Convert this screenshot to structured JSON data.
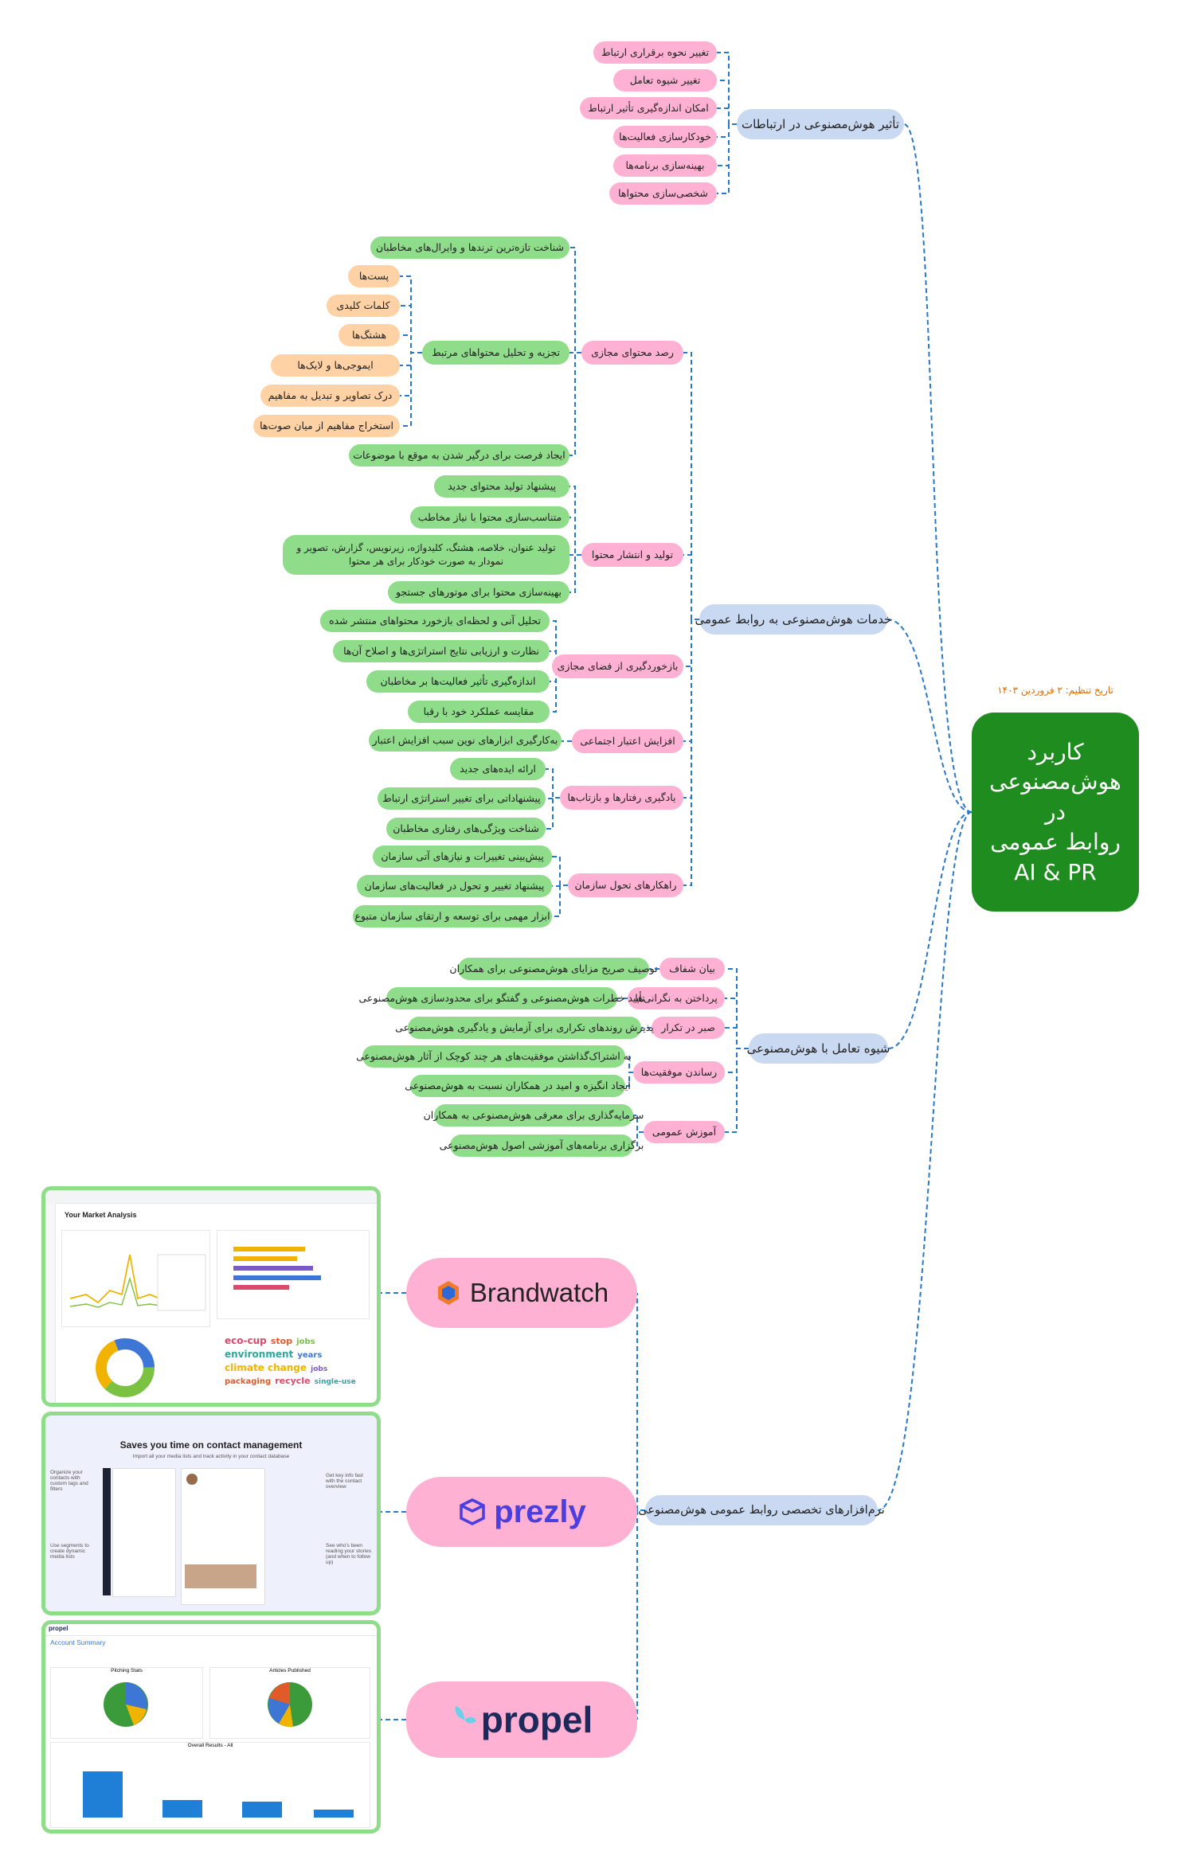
{
  "root": {
    "title": "کاربرد هوش‌مصنوعی\nدر\nروابط عمومی\nAI & PR",
    "date": "تاریخ تنظیم: ۲ فروردین ۱۴۰۳"
  },
  "colors": {
    "root": "#1e8c1e",
    "green": "#8fdc8a",
    "peach": "#ffd2a6",
    "pink": "#ffb1d4",
    "blue": "#c9d9f2",
    "link": "#2a78c8"
  },
  "branches": {
    "impact": {
      "title": "تأثیر هوش‌مصنوعی در ارتباطات",
      "items": [
        "تغییر نحوه برقراری ارتباط",
        "تغییر شیوه تعامل",
        "امکان اندازه‌گیری تأثیر ارتباط",
        "خودکارسازی فعالیت‌ها",
        "بهینه‌سازی برنامه‌ها",
        "شخصی‌سازی محتواها"
      ]
    },
    "services": {
      "title": "خدمات هوش‌مصنوعی به روابط عمومی",
      "monitoring": {
        "title": "رصد محتوای مجازی",
        "trends": "شناخت تازه‌ترین ترندها و وایرال‌های مخاطبان",
        "analysis": "تجزیه و تحلیل محتواهای مرتبط",
        "analysis_items": [
          "پست‌ها",
          "کلمات کلیدی",
          "هشتگ‌ها",
          "ایموجی‌ها و لایک‌ها",
          "درک تصاویر و تبدیل به مفاهیم",
          "استخراج مفاهیم از میان صوت‌ها"
        ],
        "opportunity": "ایجاد فرصت برای درگیر شدن به موقع با موضوعات"
      },
      "production": {
        "title": "تولید و انتشار محتوا",
        "items": [
          "پیشنهاد تولید محتوای جدید",
          "متناسب‌سازی محتوا با نیاز مخاطب",
          "تولید عنوان، خلاصه، هشتگ، کلیدواژه، زیرنویس، گزارش، تصویر و نمودار به صورت خودکار برای هر محتوا",
          "بهینه‌سازی محتوا برای موتورهای جستجو"
        ]
      },
      "feedback": {
        "title": "بازخوردگیری از فضای مجازی",
        "items": [
          "تحلیل آنی و لحظه‌ای بازخورد محتواهای منتشر شده",
          "نظارت و ارزیابی نتایج استراتژی‌ها و اصلاح آن‌ها",
          "اندازه‌گیری تأثیر فعالیت‌ها بر مخاطبان",
          "مقایسه عملکرد خود با رقبا"
        ]
      },
      "credibility": {
        "title": "افزایش اعتبار اجتماعی",
        "item": "به‌کارگیری ابزارهای نوین سبب افزایش اعتبار"
      },
      "learning": {
        "title": "یادگیری رفتارها و بازتاب‌ها",
        "items": [
          "ارائه ایده‌های جدید",
          "پیشنهاداتی برای تغییر استراتژی ارتباط",
          "شناخت ویژگی‌های رفتاری مخاطبان"
        ]
      },
      "evolution": {
        "title": "راهکارهای تحول سازمان",
        "items": [
          "پیش‌بینی تغییرات و نیازهای آتی سازمان",
          "پیشنهاد تغییر و تحول در فعالیت‌های سازمان",
          "ابزار مهمی برای توسعه و ارتقای سازمان متبوع"
        ]
      }
    },
    "interaction": {
      "title": "شیوه تعامل با هوش‌مصنوعی",
      "groups": [
        {
          "title": "بیان شفاف",
          "items": [
            "توصیف صریح مزایای هوش‌مصنوعی برای همکاران"
          ]
        },
        {
          "title": "پرداختن به نگرانی‌ها",
          "items": [
            "تأیید خطرات هوش‌مصنوعی و گفتگو برای محدودسازی هوش‌مصنوعی"
          ]
        },
        {
          "title": "صبر در تکرار",
          "items": [
            "پذیرش روندهای تکراری برای آزمایش و یادگیری هوش‌مصنوعی"
          ]
        },
        {
          "title": "رساندن موفقیت‌ها",
          "items": [
            "به اشتراک‌گذاشتن موفقیت‌های هر چند کوچک از آثار هوش‌مصنوعی",
            "ایجاد انگیزه و امید در همکاران نسبت به هوش‌مصنوعی"
          ]
        },
        {
          "title": "آموزش عمومی",
          "items": [
            "سرمایه‌گذاری برای معرفی هوش‌مصنوعی به همکاران",
            "برگزاری برنامه‌های آموزشی اصول هوش‌مصنوعی"
          ]
        }
      ]
    },
    "tools": {
      "title": "نرم‌افزارهای تخصصی روابط عمومی هوش‌مصنوعی",
      "items": [
        {
          "name": "Brandwatch",
          "icon": "brandwatch-hexagon-icon"
        },
        {
          "name": "prezly",
          "icon": "prezly-cube-icon"
        },
        {
          "name": "propel",
          "icon": "propel-leaf-icon"
        }
      ]
    }
  },
  "screens": {
    "brandwatch": {
      "title": "Your Market Analysis",
      "words": [
        "eco-cup",
        "stop",
        "jobs",
        "environment",
        "years",
        "climate change",
        "jobs",
        "packaging",
        "recycle",
        "single-use"
      ]
    },
    "prezly": {
      "title": "Saves you time on contact management",
      "subtitle": "Import all your media lists and track activity in your contact database",
      "note_left_1": "Organize your contacts with custom tags and filters",
      "note_left_2": "Use segments to create dynamic media lists",
      "note_right_1": "Get key info fast with the contact overview",
      "note_right_2": "See who's been reading your stories (and when to follow up)"
    },
    "propel": {
      "brand": "propel",
      "title": "Account Summary",
      "chart1": "Pitching Stats",
      "chart2": "Articles Published",
      "chart3": "Overall Results - All"
    }
  }
}
